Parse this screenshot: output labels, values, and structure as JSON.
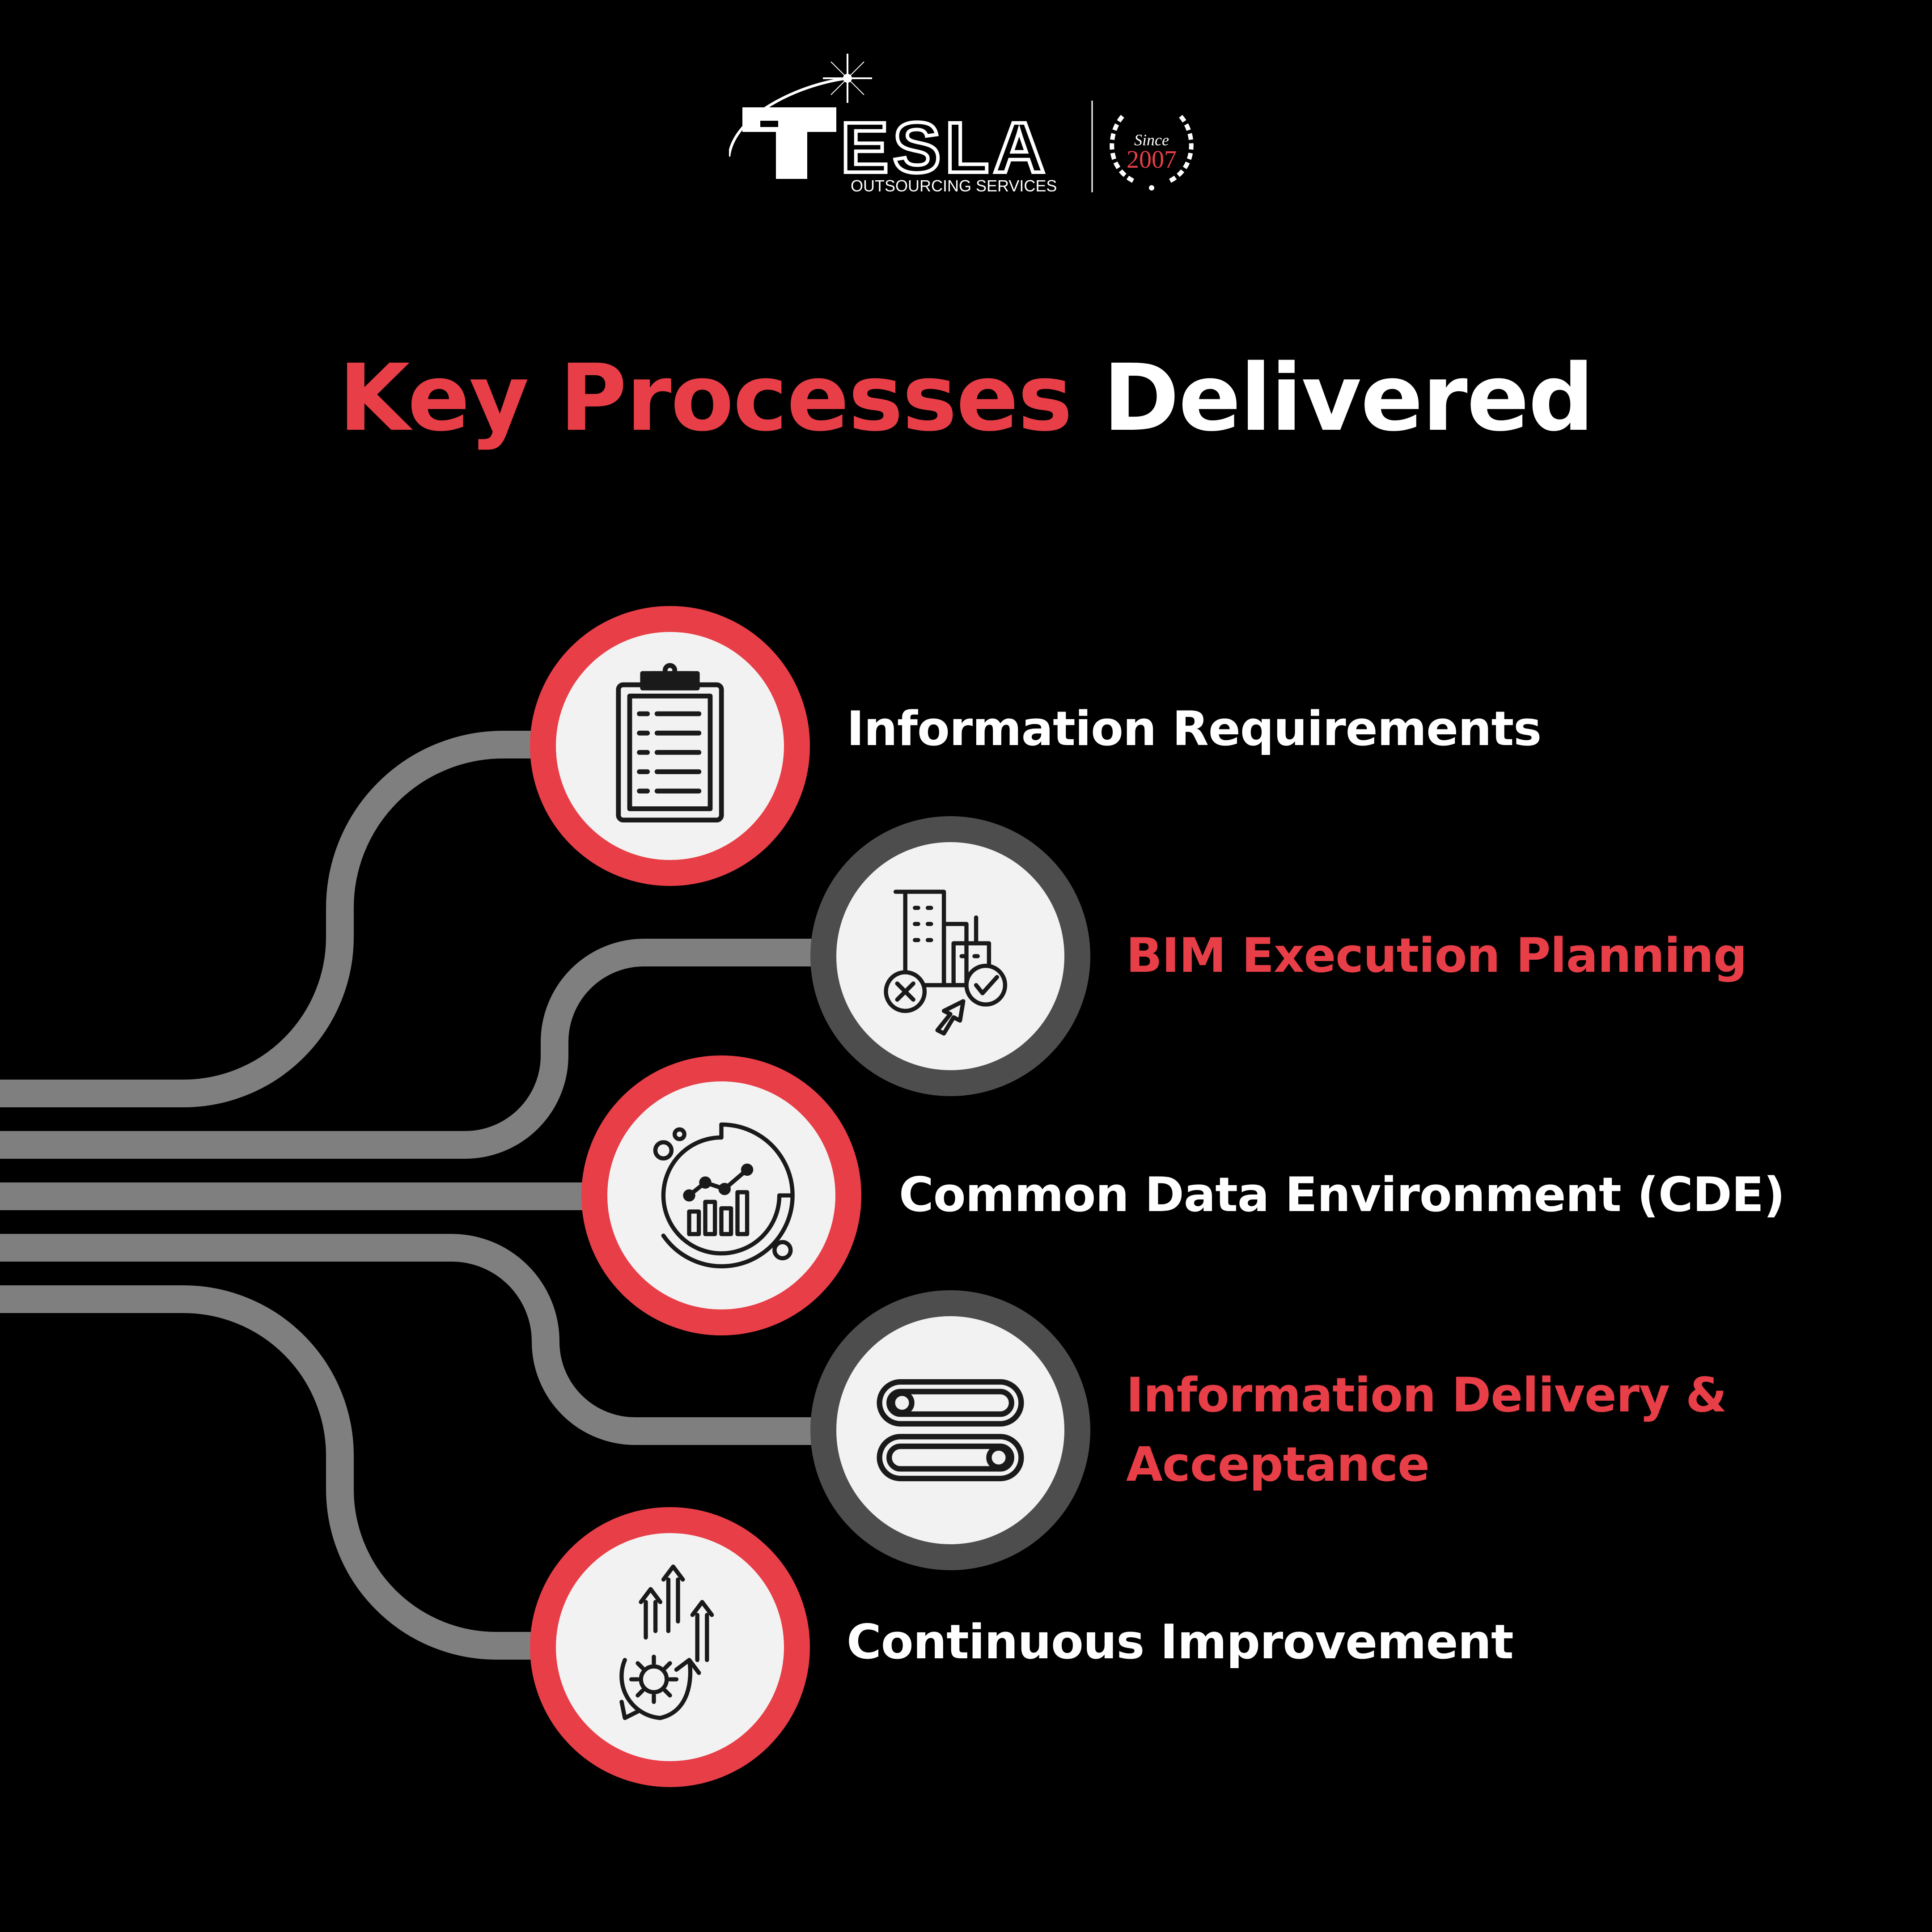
{
  "brand": {
    "logo_text": "ESLA",
    "logo_sub": "OUTSOURCING SERVICES",
    "since_label": "Since",
    "since_year": "2007"
  },
  "title": {
    "accent": "Key Processes",
    "rest": "Delivered"
  },
  "colors": {
    "background": "#000000",
    "accent": "#e83e47",
    "dark_ring": "#4d4d4d",
    "connector": "#7f7f7f",
    "circle_fill": "#f2f2f2"
  },
  "steps": [
    {
      "label": "Information Requirements",
      "icon": "clipboard-checklist-icon",
      "ring": "red",
      "text_color": "white"
    },
    {
      "label": "BIM Execution Planning",
      "icon": "buildings-decision-icon",
      "ring": "dark",
      "text_color": "red"
    },
    {
      "label": "Common Data Environment (CDE)",
      "icon": "data-analytics-cycle-icon",
      "ring": "red",
      "text_color": "white"
    },
    {
      "label_line1": "Information Delivery &",
      "label_line2": "Acceptance",
      "icon": "toggle-switches-icon",
      "ring": "dark",
      "text_color": "red"
    },
    {
      "label": "Continuous Improvement",
      "icon": "gear-growth-arrows-icon",
      "ring": "red",
      "text_color": "white"
    }
  ]
}
